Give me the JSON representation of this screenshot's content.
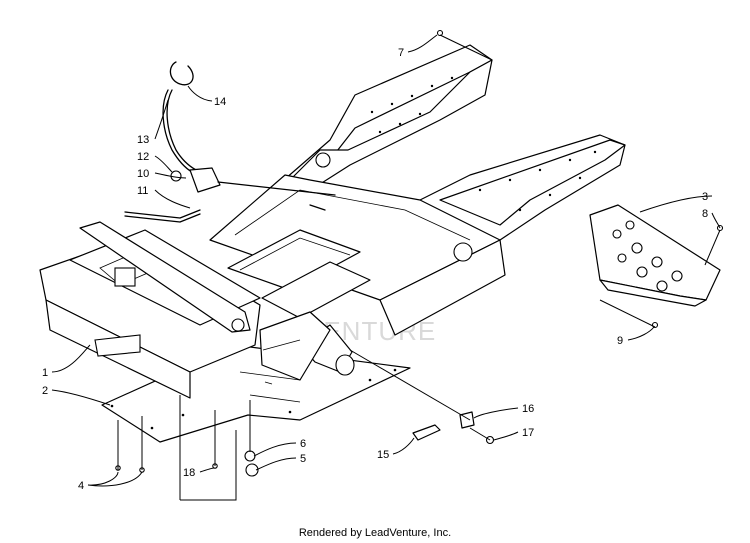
{
  "diagram": {
    "watermark_text": "VENTURE",
    "callouts": [
      {
        "id": "1",
        "label": "1"
      },
      {
        "id": "2",
        "label": "2"
      },
      {
        "id": "3",
        "label": "3"
      },
      {
        "id": "4",
        "label": "4"
      },
      {
        "id": "5",
        "label": "5"
      },
      {
        "id": "6",
        "label": "6"
      },
      {
        "id": "7",
        "label": "7"
      },
      {
        "id": "8",
        "label": "8"
      },
      {
        "id": "9",
        "label": "9"
      },
      {
        "id": "10",
        "label": "10"
      },
      {
        "id": "11",
        "label": "11"
      },
      {
        "id": "12",
        "label": "12"
      },
      {
        "id": "13",
        "label": "13"
      },
      {
        "id": "14",
        "label": "14"
      },
      {
        "id": "15",
        "label": "15"
      },
      {
        "id": "16",
        "label": "16"
      },
      {
        "id": "17",
        "label": "17"
      },
      {
        "id": "18",
        "label": "18"
      }
    ],
    "footer": "Rendered by LeadVenture, Inc."
  }
}
